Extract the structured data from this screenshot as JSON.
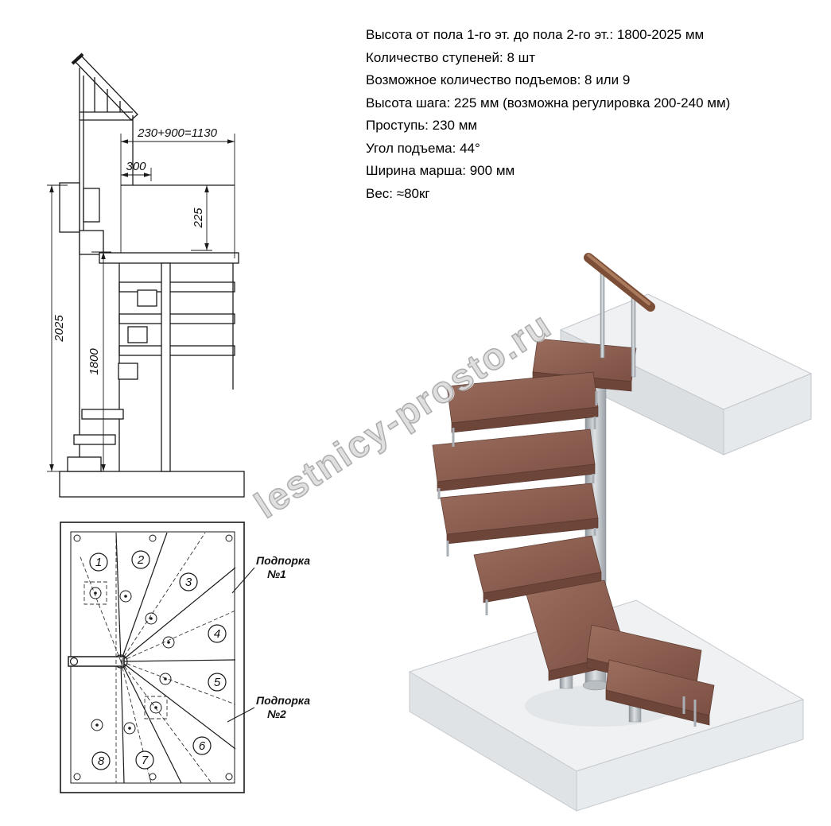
{
  "specs": {
    "lines": [
      "Высота от пола 1-го эт. до пола 2-го эт.: 1800-2025 мм",
      "Количество ступеней: 8 шт",
      "Возможное количество подъемов: 8 или 9",
      "Высота шага: 225 мм (возможна регулировка 200-240 мм)",
      "Проступь: 230 мм",
      "Угол подъема: 44°",
      "Ширина марша: 900 мм",
      "Вес: ≈80кг"
    ]
  },
  "elevation": {
    "dims": {
      "width_total": "230+900=1130",
      "landing_depth": "300",
      "step_rise": "225",
      "total_height": "2025",
      "stair_height": "1800"
    }
  },
  "plan": {
    "steps": [
      "1",
      "2",
      "3",
      "4",
      "5",
      "6",
      "7",
      "8"
    ],
    "support1": {
      "word": "Подпорка",
      "num": "№1"
    },
    "support2": {
      "word": "Подпорка",
      "num": "№2"
    }
  },
  "watermark": "lestnicy-prosto.ru",
  "colors": {
    "tread_wood": "#8a5d4e",
    "handrail_wood": "#7c4e38",
    "metal": "#aab0b6",
    "platform_gray": "#eff1f3",
    "drawing_line": "#1a1a1a"
  }
}
